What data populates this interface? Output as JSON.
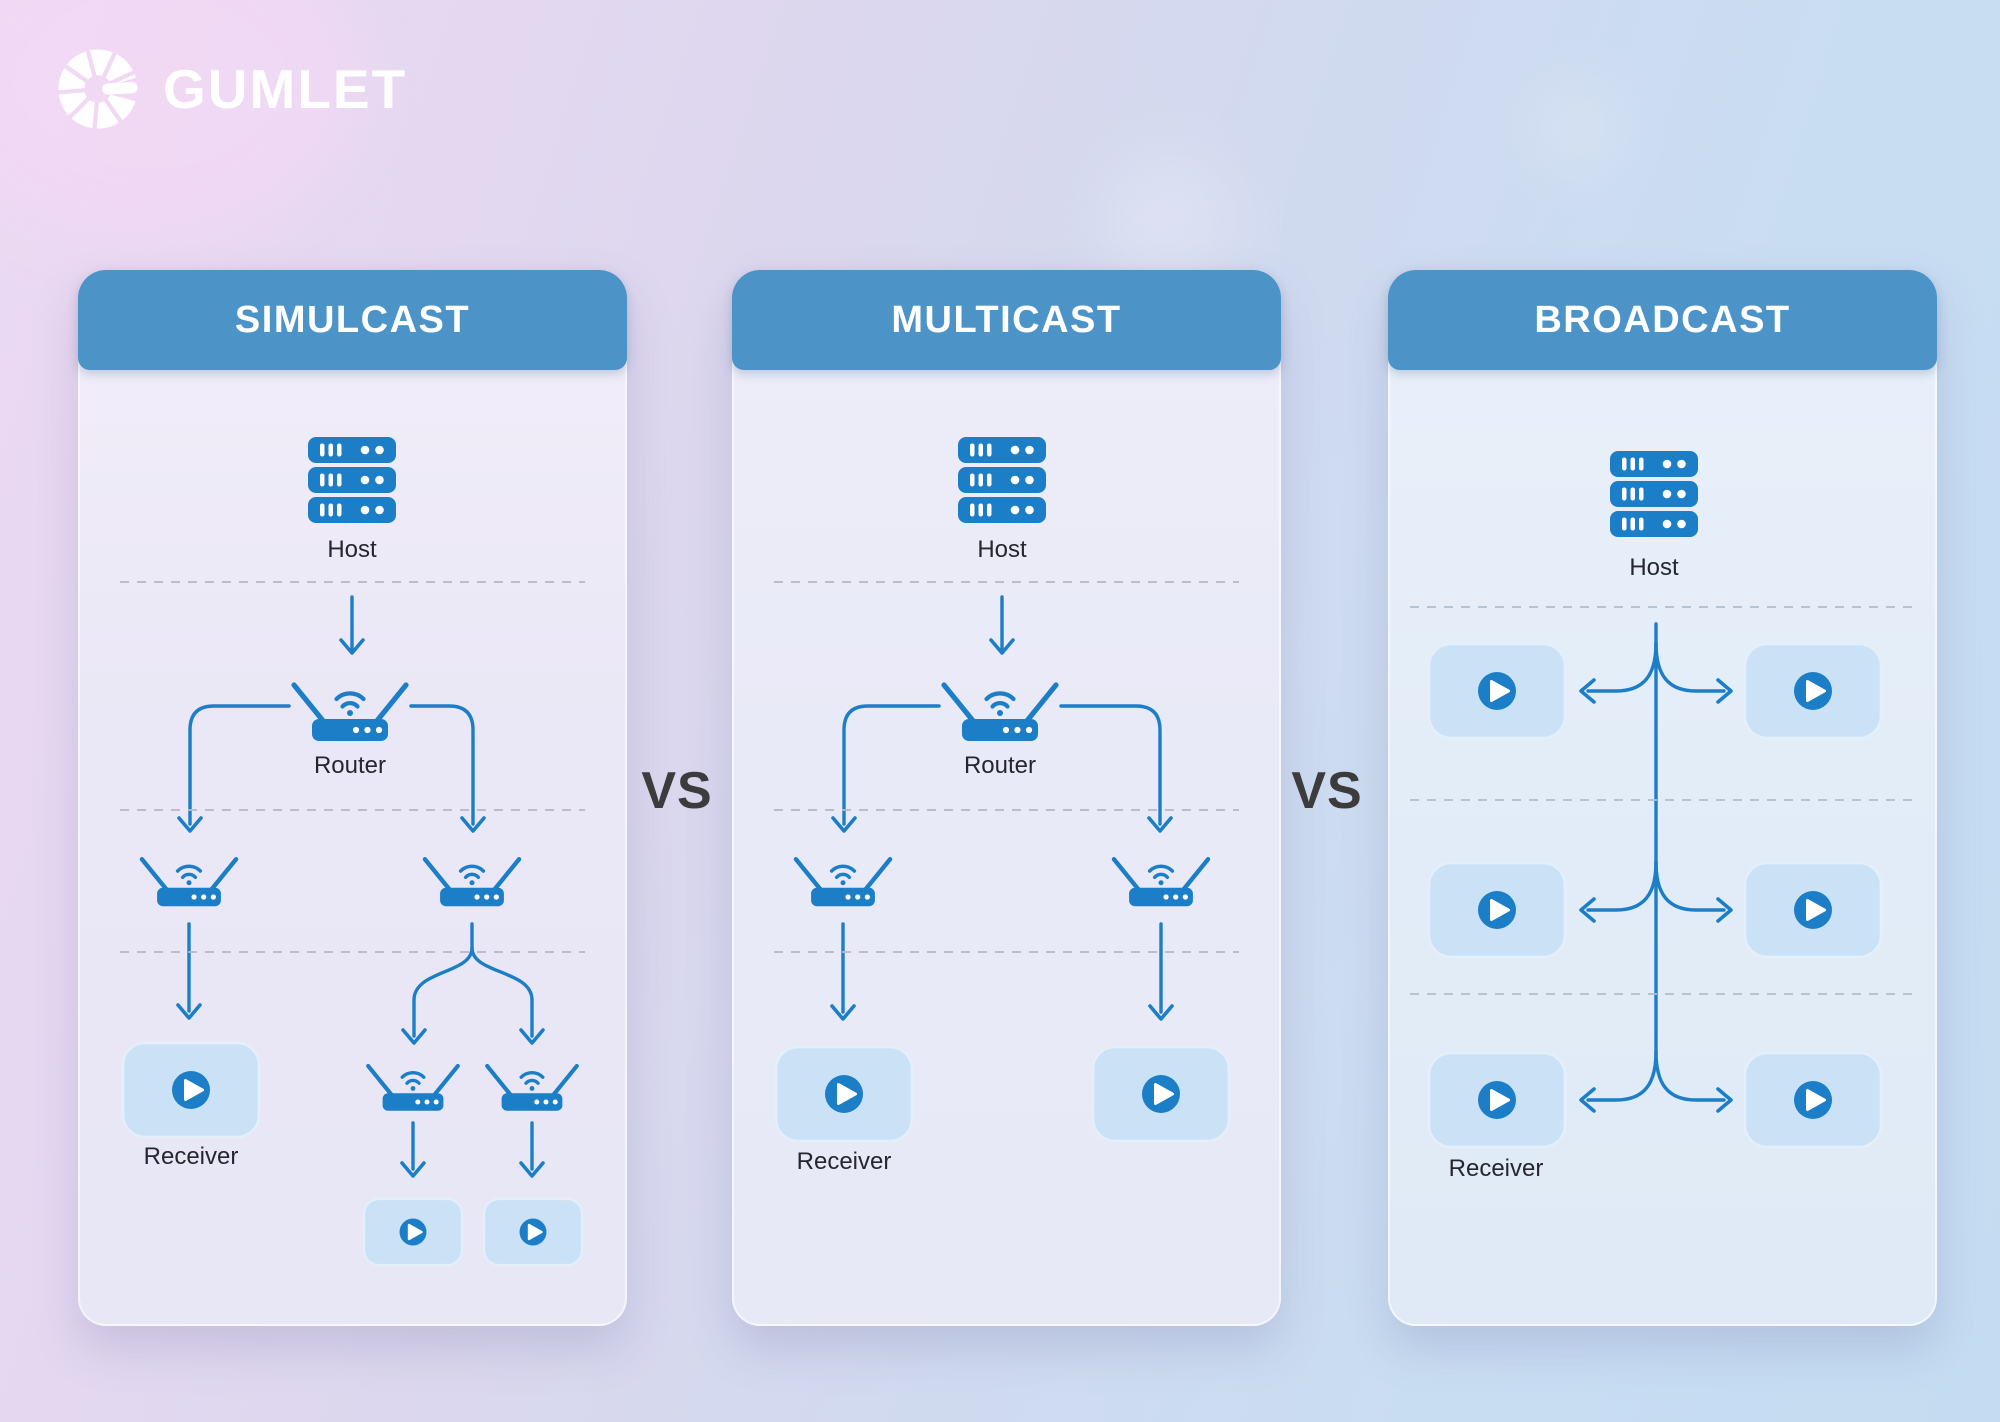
{
  "logo": {
    "text": "GUMLET",
    "icon": "gumlet-aperture-icon",
    "color": "#ffffff"
  },
  "vs_label": "VS",
  "colors": {
    "header_blue": "#4c94c7",
    "icon_accent_blue": "#1b7ec6",
    "receiver_fill": "#cbe2f6",
    "receiver_border": "#e3effb",
    "dashed_divider": "#b7b9c8",
    "label_text": "#26262e",
    "vs_text": "#3c3c3c",
    "background_left": "#ecd9f2",
    "background_right": "#c4dcf1"
  },
  "icons": {
    "host": "server-rack-icon",
    "router": "wifi-router-icon",
    "receiver": "video-player-play-icon"
  },
  "columns": [
    {
      "title": "SIMULCAST",
      "labels": {
        "host": "Host",
        "router": "Router",
        "receiver": "Receiver"
      },
      "structure": "Host sends to one router; router relays to 2 routers; left router feeds 1 receiver; right router relays to 2 more routers, each feeding 1 receiver"
    },
    {
      "title": "MULTICAST",
      "labels": {
        "host": "Host",
        "router": "Router",
        "receiver": "Receiver"
      },
      "structure": "Host sends to one router; router relays to 2 routers; each feeds 1 receiver"
    },
    {
      "title": "BROADCAST",
      "labels": {
        "host": "Host",
        "receiver": "Receiver"
      },
      "structure": "Host line branches at 3 levels, each branching left and right to receivers (6 receivers total)"
    }
  ]
}
